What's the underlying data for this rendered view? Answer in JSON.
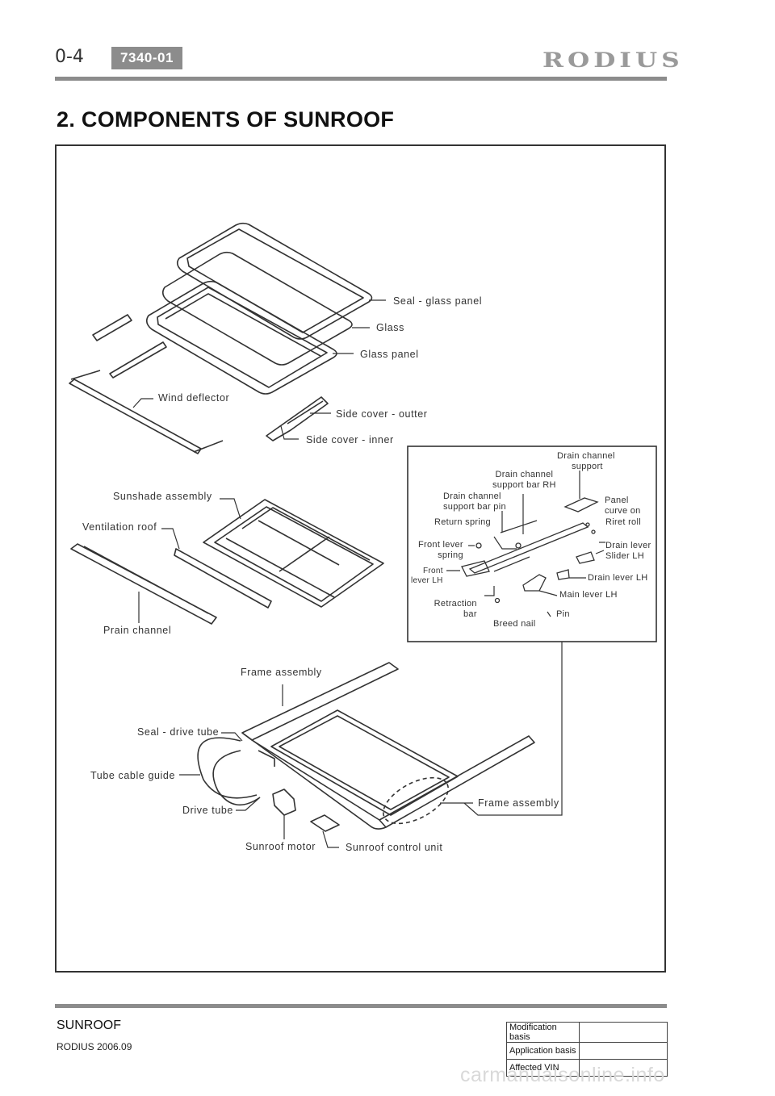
{
  "header": {
    "page_number": "0-4",
    "section_code": "7340-01",
    "brand": "RODIUS"
  },
  "title": "2. COMPONENTS OF SUNROOF",
  "labels": {
    "seal_glass_panel": "Seal - glass panel",
    "glass": "Glass",
    "glass_panel": "Glass panel",
    "wind_deflector": "Wind deflector",
    "side_cover_outter": "Side cover - outter",
    "side_cover_inner": "Side cover - inner",
    "sunshade_assembly": "Sunshade assembly",
    "ventilation_roof": "Ventilation roof",
    "prain_channel": "Prain channel",
    "frame_assembly_top": "Frame assembly",
    "frame_assembly_right": "Frame assembly",
    "seal_drive_tube": "Seal - drive tube",
    "tube_cable_guide": "Tube cable guide",
    "drive_tube": "Drive tube",
    "sunroof_motor": "Sunroof motor",
    "sunroof_control_unit": "Sunroof control unit"
  },
  "detail_labels": {
    "drain_channel_support_l1": "Drain channel",
    "drain_channel_support_l2": "support",
    "drain_channel_bar_rh_l1": "Drain channel",
    "drain_channel_bar_rh_l2": "support bar RH",
    "drain_channel_bar_pin_l1": "Drain channel",
    "drain_channel_bar_pin_l2": "support bar pin",
    "return_spring": "Return spring",
    "panel_curve_l1": "Panel",
    "panel_curve_l2": "curve on",
    "riret_roll": "Riret roll",
    "front_lever_spring_l1": "Front lever",
    "front_lever_spring_l2": "spring",
    "front_lever_lh_l1": "Front",
    "front_lever_lh_l2": "lever LH",
    "drain_lever_slider_l1": "Drain lever",
    "drain_lever_slider_l2": "Slider LH",
    "drain_lever_lh": "Drain lever LH",
    "main_lever_lh": "Main lever LH",
    "retraction_bar_l1": "Retraction",
    "retraction_bar_l2": "bar",
    "breed_nail": "Breed nail",
    "pin": "Pin"
  },
  "footer": {
    "section": "SUNROOF",
    "model_date": "RODIUS 2006.09",
    "table": [
      {
        "label": "Modification basis",
        "value": ""
      },
      {
        "label": "Application basis",
        "value": ""
      },
      {
        "label": "Affected VIN",
        "value": ""
      }
    ]
  },
  "watermark": "carmanualsonline.info"
}
